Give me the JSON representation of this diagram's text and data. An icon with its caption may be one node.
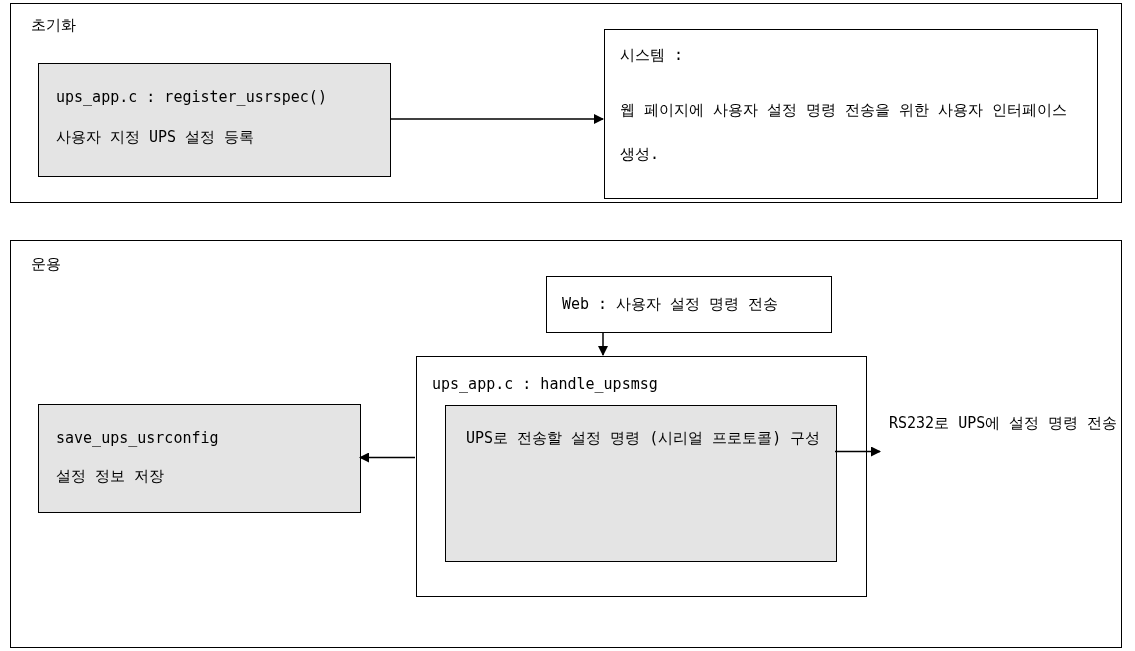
{
  "diagram": {
    "nodes": [
      {
        "text": [
          "초기화"
        ]
      },
      {
        "text": [
          "ups_app.c : register_usrspec()",
          "사용자 지정 UPS 설정 등록"
        ],
        "in": 0
      },
      {
        "text": [
          "시스템 :",
          "웹 페이지에 사용자 설정 명령 전송을 위한 사용자 인터페이스 생성."
        ],
        "in": 0
      },
      {
        "text": [
          "운용"
        ]
      },
      {
        "text": [
          "Web : 사용자 설정 명령 전송"
        ],
        "in": 3
      },
      {
        "text": [
          "ups_app.c : handle_upsmsg"
        ],
        "in": 3
      },
      {
        "text": [
          "UPS로 전송할 설정 명령 (시리얼 프로토콜) 구성"
        ],
        "in": 5
      },
      {
        "text": [
          "save_ups_usrconfig",
          "설정 정보 저장"
        ],
        "in": 3
      },
      {
        "text": [
          "RS232로 UPS에 설정 명령 전송"
        ],
        "in": 3
      }
    ],
    "edges": [
      {
        "from": 1,
        "to": 2,
        "arrow": "to"
      },
      {
        "from": 4,
        "to": 5,
        "arrow": "to"
      },
      {
        "from": 5,
        "to": 7,
        "arrow": "to"
      },
      {
        "from": 6,
        "to": 8,
        "arrow": "to"
      }
    ]
  }
}
